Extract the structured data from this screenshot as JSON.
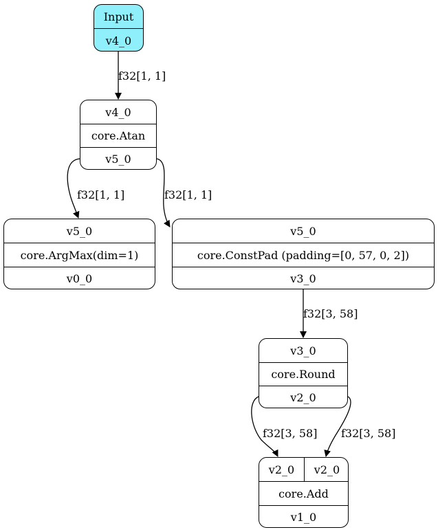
{
  "nodes": {
    "input": {
      "title": "Input",
      "output": "v4_0"
    },
    "atan": {
      "input": "v4_0",
      "op": "core.Atan",
      "output": "v5_0"
    },
    "argmax": {
      "input": "v5_0",
      "op": "core.ArgMax(dim=1)",
      "output": "v0_0"
    },
    "constpad": {
      "input": "v5_0",
      "op": "core.ConstPad (padding=[0, 57, 0, 2])",
      "output": "v3_0"
    },
    "round": {
      "input": "v3_0",
      "op": "core.Round",
      "output": "v2_0"
    },
    "add": {
      "input_a": "v2_0",
      "input_b": "v2_0",
      "op": "core.Add",
      "output": "v1_0"
    }
  },
  "edges": {
    "input_to_atan": "f32[1, 1]",
    "atan_to_argmax": "f32[1, 1]",
    "atan_to_constpad": "f32[1, 1]",
    "constpad_to_round": "f32[3, 58]",
    "round_to_add_a": "f32[3, 58]",
    "round_to_add_b": "f32[3, 58]"
  },
  "colors": {
    "input_fill": "#8ff0fb",
    "node_fill": "#ffffff",
    "stroke": "#000000"
  }
}
